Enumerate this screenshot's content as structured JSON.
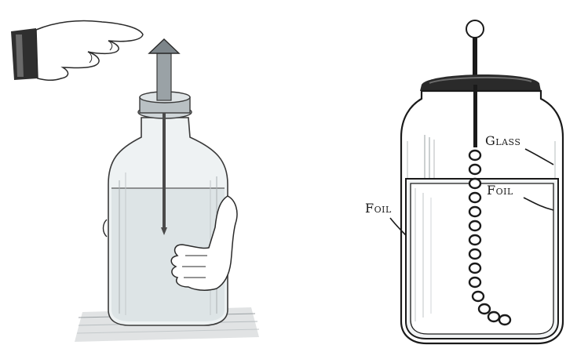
{
  "labels": {
    "glass": "Glass",
    "foil_right": "Foil",
    "foil_left": "Foil"
  },
  "icons": {
    "left_illustration": "hand-touching-jar-rod-illustration",
    "right_illustration": "jar-cross-section-diagram"
  },
  "colors": {
    "ink": "#1a1a1a",
    "glass_tint": "#e9eef0",
    "liquid": "#d7dfe2",
    "foil": "#c8cfd2",
    "background": "#ffffff"
  }
}
